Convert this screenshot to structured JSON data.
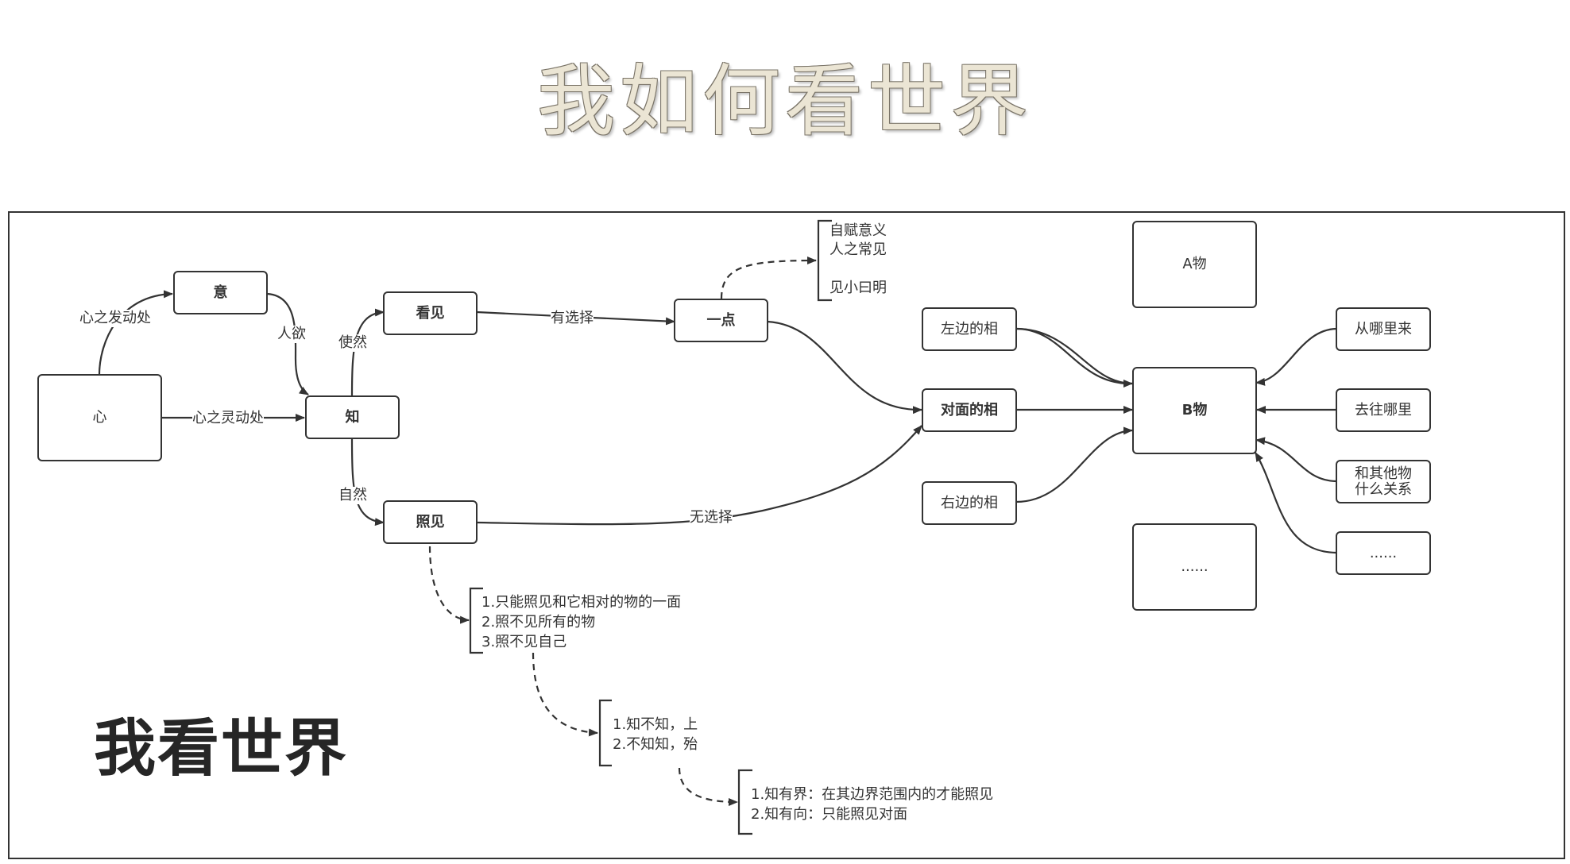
{
  "title": "我如何看世界",
  "big_title": "我看世界",
  "nodes": {
    "xin": "心",
    "yi": "意",
    "zhi": "知",
    "kanjian": "看见",
    "zhaojian": "照见",
    "yidian": "一点",
    "duimian": "对面的相",
    "zuobian": "左边的相",
    "youbian": "右边的相",
    "a_wu": "A物",
    "b_wu": "B物",
    "dots_box": "......",
    "cong_nali": "从哪里来",
    "qu_nali": "去往哪里",
    "he_qita": "和其他物\n什么关系",
    "dots_right": "......"
  },
  "edge_labels": {
    "xin_fadong": "心之发动处",
    "xin_lingdong": "心之灵动处",
    "renyu": "人欲",
    "shiran": "使然",
    "ziran": "自然",
    "you_xuanze": "有选择",
    "wu_xuanze": "无选择"
  },
  "notes": {
    "yidian_note": "自赋意义\n人之常见\n\n见小曰明",
    "zhaojian_note": "1.只能照见和它相对的物的一面\n2.照不见所有的物\n3.照不见自己",
    "zhibuzhi_note": "1.知不知，上\n2.不知知，殆",
    "zhiyoujie_note": "1.知有界：在其边界范围内的才能照见\n2.知有向：只能照见对面"
  },
  "colors": {
    "stroke": "#333333",
    "title_fill": "#ebe5d4"
  }
}
